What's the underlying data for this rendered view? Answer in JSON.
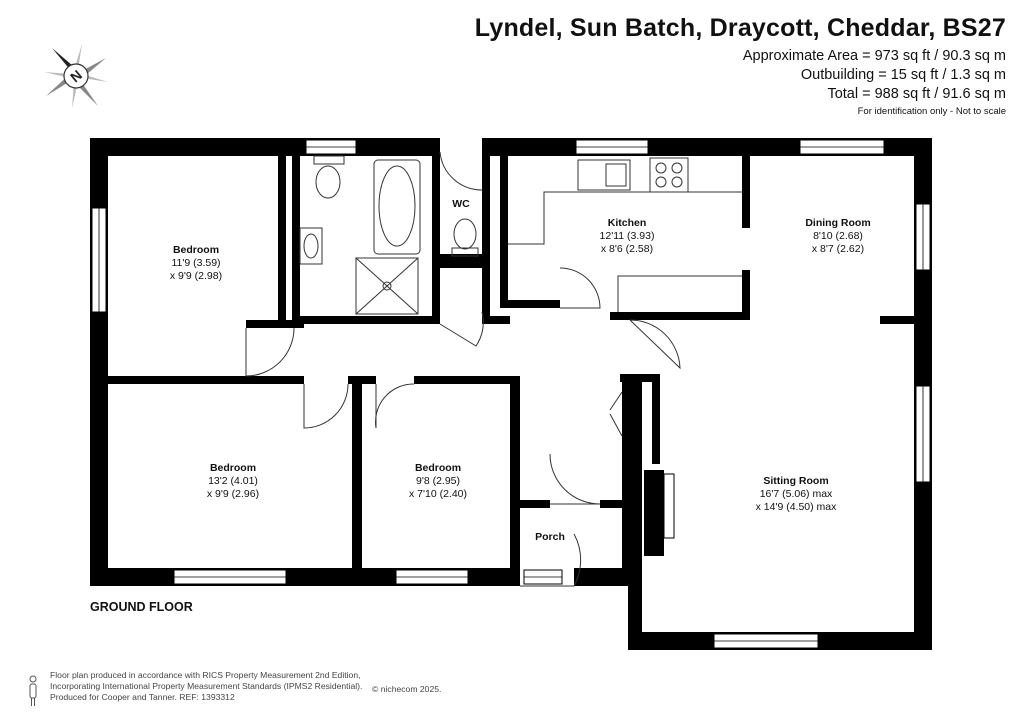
{
  "header": {
    "title": "Lyndel, Sun Batch, Draycott, Cheddar, BS27",
    "area_approx": "Approximate Area = 973 sq ft / 90.3 sq m",
    "area_outbuilding": "Outbuilding = 15 sq ft / 1.3 sq m",
    "area_total": "Total = 988 sq ft / 91.6 sq m",
    "disclaimer": "For identification only - Not to scale"
  },
  "compass": {
    "letter": "N",
    "icon": "compass-rose-icon"
  },
  "rooms": {
    "bedroom_nw": {
      "name": "Bedroom",
      "dim1": "11'9 (3.59)",
      "dim2": "x 9'9 (2.98)"
    },
    "wc": {
      "name": "WC"
    },
    "kitchen": {
      "name": "Kitchen",
      "dim1": "12'11 (3.93)",
      "dim2": "x 8'6 (2.58)"
    },
    "dining": {
      "name": "Dining Room",
      "dim1": "8'10 (2.68)",
      "dim2": "x 8'7 (2.62)"
    },
    "bedroom_sw": {
      "name": "Bedroom",
      "dim1": "13'2 (4.01)",
      "dim2": "x 9'9 (2.96)"
    },
    "bedroom_s": {
      "name": "Bedroom",
      "dim1": "9'8 (2.95)",
      "dim2": "x 7'10 (2.40)"
    },
    "sitting": {
      "name": "Sitting Room",
      "dim1": "16'7 (5.06) max",
      "dim2": "x 14'9 (4.50) max"
    },
    "porch": {
      "name": "Porch"
    }
  },
  "floor_label": "GROUND FLOOR",
  "footer": {
    "line1": "Floor plan produced in accordance with RICS Property Measurement 2nd Edition,",
    "line2": "Incorporating International Property Measurement Standards (IPMS2 Residential).",
    "line3": "Produced for Cooper and Tanner.   REF: 1393312",
    "copyright": "© nichecom 2025."
  },
  "colors": {
    "wall": "#000000",
    "window": "#ffffff",
    "fixture_line": "#333333"
  }
}
